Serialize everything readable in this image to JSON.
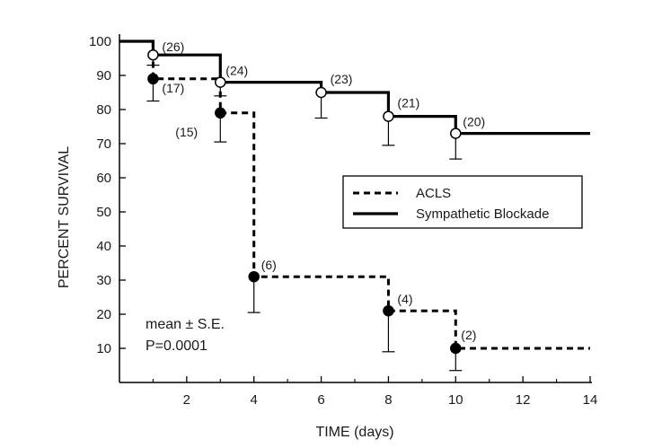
{
  "chart_data": {
    "type": "line",
    "xlabel": "TIME (days)",
    "ylabel": "PERCENT SURVIVAL",
    "xlim": [
      0,
      14
    ],
    "ylim": [
      0,
      100
    ],
    "x_ticks": [
      2,
      4,
      6,
      8,
      10,
      12,
      14
    ],
    "y_ticks": [
      10,
      20,
      30,
      40,
      50,
      60,
      70,
      80,
      90,
      100
    ],
    "grid": false,
    "legend_placement": "center-right",
    "series": [
      {
        "name": "ACLS",
        "line_style": "dashed",
        "marker": "filled-circle",
        "color": "#000000",
        "step_x": [
          0,
          1,
          3,
          4,
          8,
          10,
          14
        ],
        "step_y": [
          100,
          89,
          79,
          31,
          21,
          10,
          10
        ],
        "points": [
          {
            "x": 1,
            "y": 89,
            "se": 6.5,
            "label": "(17)"
          },
          {
            "x": 3,
            "y": 79,
            "se": 8.5,
            "label": "(15)"
          },
          {
            "x": 4,
            "y": 31,
            "se": 10.5,
            "label": "(6)"
          },
          {
            "x": 8,
            "y": 21,
            "se": 12,
            "label": "(4)"
          },
          {
            "x": 10,
            "y": 10,
            "se": 6.5,
            "label": "(2)"
          }
        ]
      },
      {
        "name": "Sympathetic Blockade",
        "line_style": "solid",
        "marker": "open-circle",
        "color": "#000000",
        "step_x": [
          0,
          1,
          3,
          6,
          8,
          10,
          14
        ],
        "step_y": [
          100,
          96,
          88,
          85,
          78,
          73,
          73
        ],
        "points": [
          {
            "x": 1,
            "y": 96,
            "se": 3,
            "label": "(26)"
          },
          {
            "x": 3,
            "y": 88,
            "se": 4,
            "label": "(24)"
          },
          {
            "x": 6,
            "y": 85,
            "se": 7.5,
            "label": "(23)"
          },
          {
            "x": 8,
            "y": 78,
            "se": 8.5,
            "label": "(21)"
          },
          {
            "x": 10,
            "y": 73,
            "se": 7.5,
            "label": "(20)"
          }
        ]
      }
    ],
    "annotations": [
      "mean ± S.E.",
      "P=0.0001"
    ]
  }
}
